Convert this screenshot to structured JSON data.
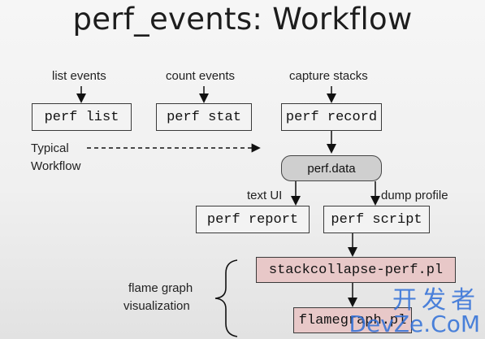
{
  "title": "perf_events: Workflow",
  "labels": {
    "list_events": "list events",
    "count_events": "count events",
    "capture_stacks": "capture stacks",
    "typical": "Typical",
    "workflow": "Workflow",
    "text_ui": "text UI",
    "dump_profile": "dump profile",
    "flame_graph": "flame graph",
    "visualization": "visualization"
  },
  "commands": {
    "perf_list": "perf list",
    "perf_stat": "perf stat",
    "perf_record": "perf record",
    "perf_data": "perf.data",
    "perf_report": "perf report",
    "perf_script": "perf script",
    "stackcollapse": "stackcollapse-perf.pl",
    "flamegraph": "flamegraph.pl"
  },
  "watermark": {
    "chinese": "开发者",
    "english": "DevZe.CoM"
  },
  "colors": {
    "command_box": "#f3f3f3",
    "data_pill": "#cfcfcf",
    "script_box": "#e8c8c8",
    "watermark": "#2f6fd8"
  }
}
